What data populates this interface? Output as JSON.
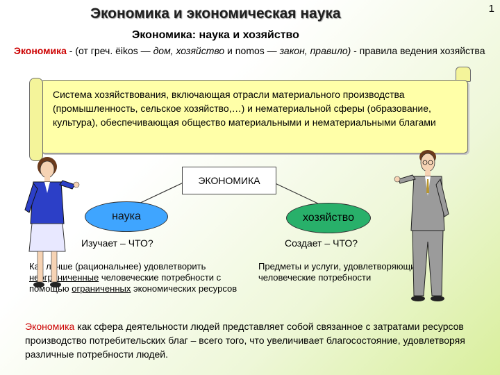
{
  "slide": {
    "page_number": "1",
    "title": "Экономика и экономическая наука",
    "subtitle": "Экономика: наука и хозяйство",
    "definition": {
      "term": "Экономика",
      "part1": " - (от греч. ëikos — ",
      "italic1": "дом, хозяйство",
      "part2": " и nomos — ",
      "italic2": "закон, правило)",
      "part3": " - правила ведения хозяйства"
    },
    "scroll_text": "Система хозяйствования, включающая отрасли материального производства (промышленность, сельское хозяйство,…) и нематериальной сферы (образование, культура), обеспечивающая общество материальными и нематериальными благами",
    "center_box": "ЭКОНОМИКА",
    "left_oval": "наука",
    "right_oval": "хозяйство",
    "left_question": "Изучает – ЧТО?",
    "right_question": "Создает – ЧТО?",
    "left_desc": {
      "t1": "Как лучше (рациональнее) удовлетворить ",
      "u1": "неограниченные",
      "t2": " человеческие потребности с помощью ",
      "u2": "ограниченных",
      "t3": " экономических ресурсов"
    },
    "right_desc": "Предметы и услуги, удовлетворяющие человеческие потребности",
    "bottom": {
      "term": "Экономика",
      "rest": " как сфера деятельности людей представляет собой связанное с затратами ресурсов производство потребительских благ – всего того, что увеличивает благосостояние, удовлетворяя различные потребности людей."
    }
  },
  "colors": {
    "accent_red": "#cc0000",
    "scroll_fill": "#ffffa8",
    "oval_blue": "#3fa5ff",
    "oval_green": "#28b06a"
  }
}
